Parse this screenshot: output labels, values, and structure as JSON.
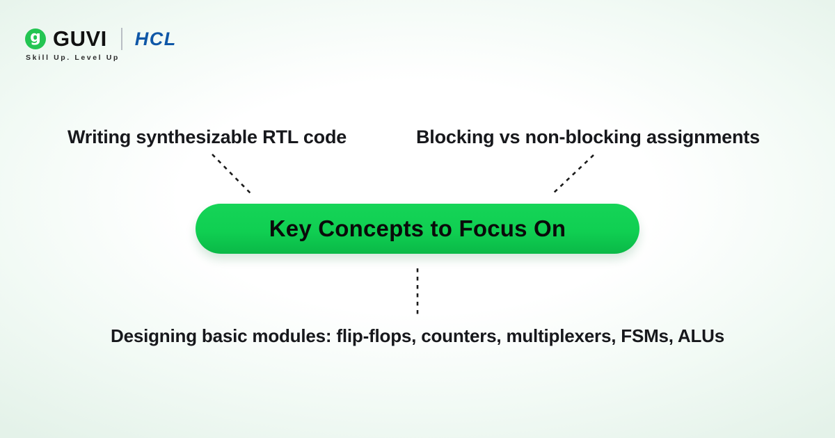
{
  "brand": {
    "guvi_text": "GUVI",
    "hcl_text": "HCL",
    "tagline": "Skill Up. Level Up",
    "logo_glyph": "g",
    "logo_green": "#23c552",
    "hcl_blue": "#0f57a7"
  },
  "center": {
    "title": "Key Concepts to Focus On",
    "pill_green_top": "#15d457",
    "pill_green_bottom": "#0ab947"
  },
  "concepts": {
    "top_left": "Writing synthesizable RTL code",
    "top_right": "Blocking vs non-blocking assignments",
    "bottom": "Designing basic modules: flip-flops, counters, multiplexers, FSMs, ALUs"
  },
  "colors": {
    "text_dark": "#17181c",
    "background_edge": "#e4f2e9",
    "background_center": "#ffffff",
    "connector": "#1b1b1b",
    "divider_gray": "#b9bec4"
  }
}
